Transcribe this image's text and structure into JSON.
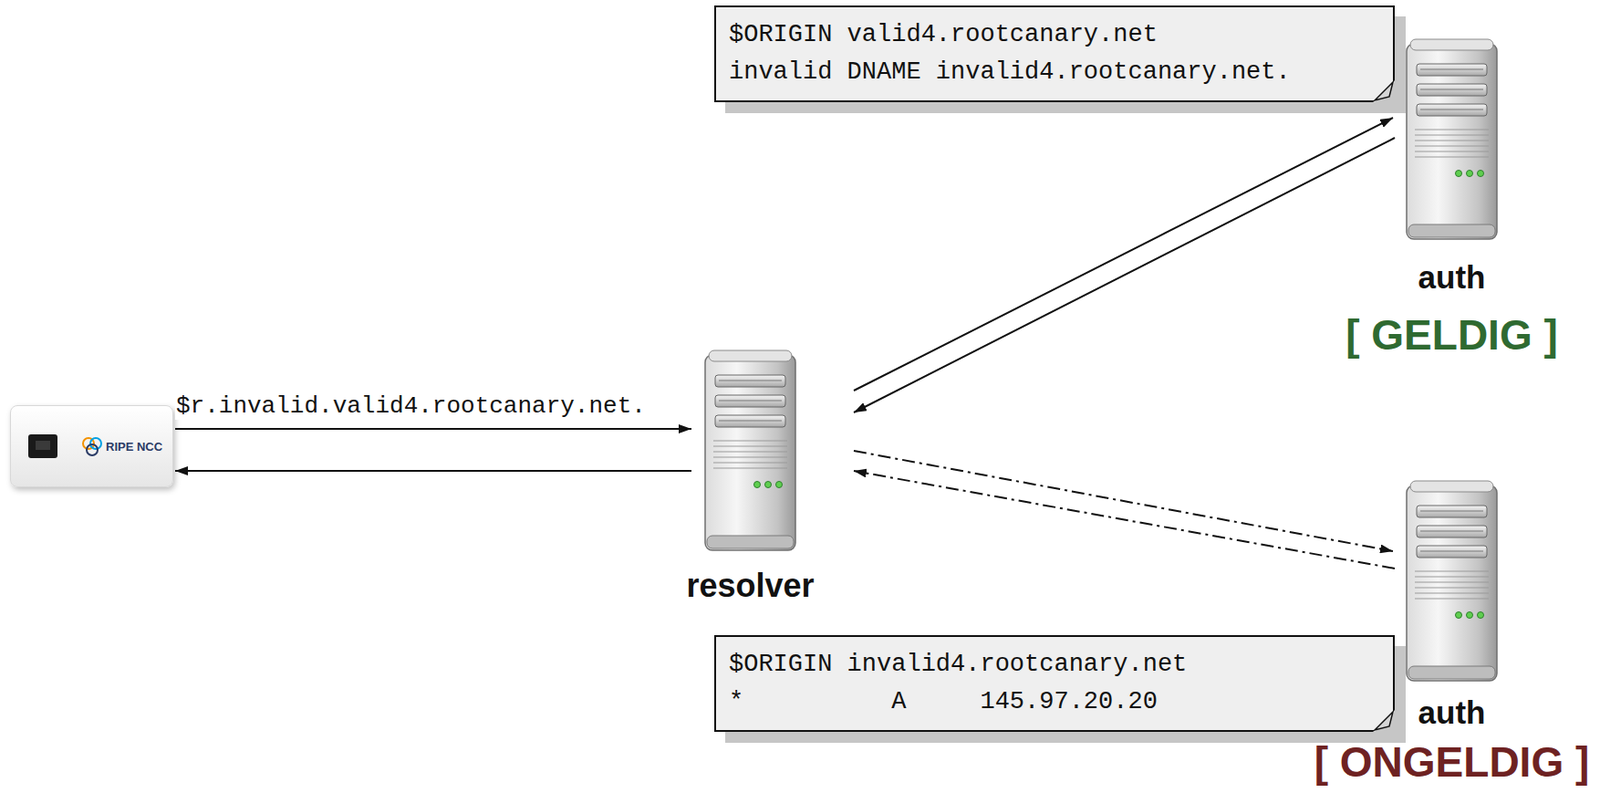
{
  "diagram": {
    "nodes": [
      {
        "text": [
          "$ORIGIN valid4.rootcanary.net",
          "invalid DNAME invalid4.rootcanary.net."
        ]
      },
      {
        "text": [
          "auth",
          "[ GELDIG ]"
        ]
      },
      {
        "text": [
          "RIPE NCC"
        ]
      },
      {
        "text": [
          "resolver"
        ]
      },
      {
        "text": [
          "auth",
          "[ ONGELDIG ]"
        ]
      },
      {
        "text": [
          "$ORIGIN invalid4.rootcanary.net",
          "*          A     145.97.20.20"
        ]
      }
    ],
    "edges": [
      {
        "from": 2,
        "to": 3,
        "arrow": "to",
        "label": "$r.invalid.valid4.rootcanary.net."
      },
      {
        "from": 3,
        "to": 2,
        "arrow": "to"
      },
      {
        "from": 3,
        "to": 1,
        "arrow": "to"
      },
      {
        "from": 1,
        "to": 3,
        "arrow": "to"
      },
      {
        "from": 3,
        "to": 4,
        "arrow": "to"
      },
      {
        "from": 4,
        "to": 3,
        "arrow": "to"
      }
    ]
  }
}
